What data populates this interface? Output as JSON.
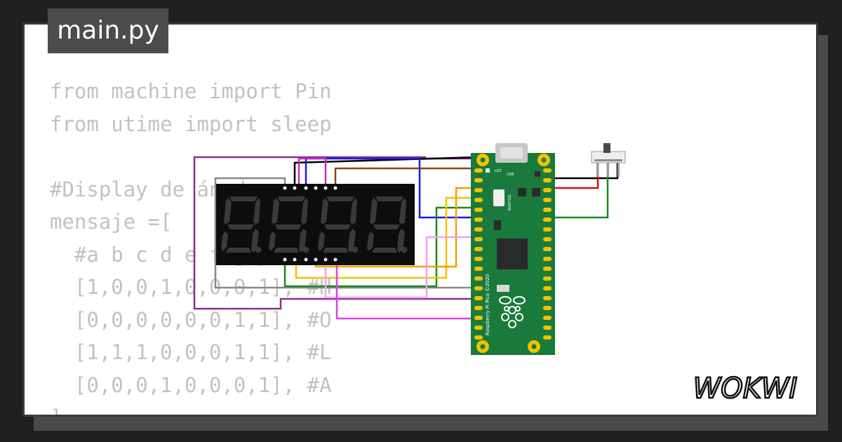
{
  "editor": {
    "file_tab": "main.py",
    "code_lines": [
      "from machine import Pin",
      "from utime import sleep",
      "",
      "#Display de ánodo",
      "mensaje =[",
      "  #a b c d e f g p",
      "  [1,0,0,1,0,0,0,1], #H",
      "  [0,0,0,0,0,0,1,1], #O",
      "  [1,1,1,0,0,0,1,1], #L",
      "  [0,0,0,1,0,0,0,1], #A",
      "]"
    ]
  },
  "board": {
    "silkscreen_brand": "Raspberry Pi Pico ©2020",
    "bootsel_label": "BOOTSEL",
    "usb_label": "USB",
    "led_label": "LED"
  },
  "brand": {
    "logo_text": "WOKWI"
  },
  "colors": {
    "background": "#1f1f1f",
    "card": "#ffffff",
    "tab": "#4c4c4c",
    "code_text": "#c2c2c2",
    "pcb_green": "#1a7a3c",
    "display_body": "#0d0d0d",
    "segment_off": "#3a3a3a"
  }
}
